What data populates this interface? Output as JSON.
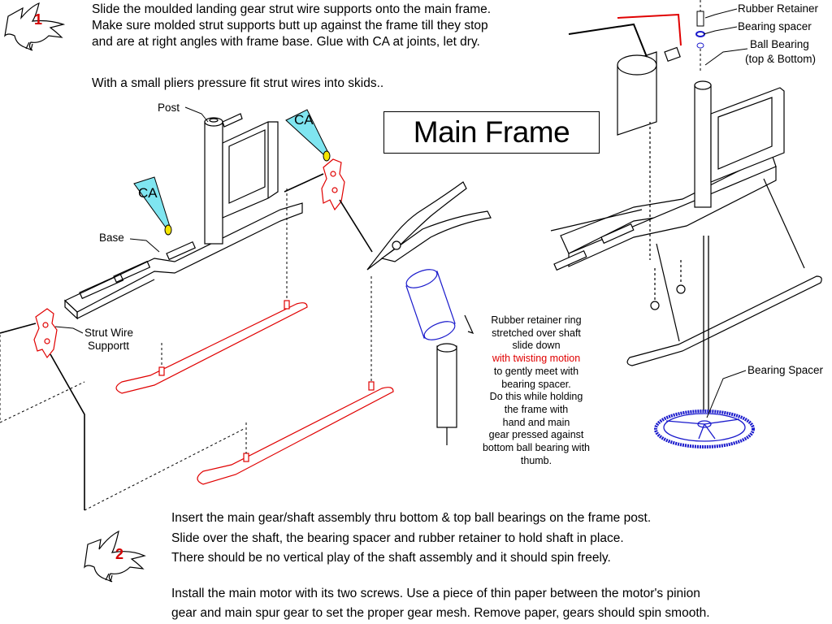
{
  "title": "Main Frame",
  "step1": {
    "number": "1",
    "lines": [
      "Slide the moulded landing gear strut wire supports onto the main frame.",
      "Make sure molded strut supports butt up against the frame till they stop",
      "and are at right angles with frame base. Glue with CA at joints, let dry."
    ],
    "extra": "With a small pliers pressure fit strut wires into skids.."
  },
  "step2": {
    "number": "2",
    "lines": [
      "Insert  the main gear/shaft assembly thru bottom & top ball bearings on the frame post.",
      "Slide over the shaft, the bearing spacer and rubber retainer to hold shaft in place.",
      "There should be no vertical play of the shaft assembly and it should spin freely."
    ],
    "lines2": [
      "Install the main motor with its two screws.  Use a piece of thin paper between the motor's pinion",
      "gear and main spur gear to set the proper gear mesh. Remove paper, gears should spin smooth."
    ]
  },
  "labels": {
    "post": "Post",
    "base": "Base",
    "ca1": "CA",
    "ca2": "CA",
    "strut_1": "Strut Wire",
    "strut_2": "Supportt",
    "rubber_retainer": "Rubber Retainer",
    "bearing_spacer_top": "Bearing spacer",
    "ball_bearing_1": "Ball Bearing",
    "ball_bearing_2": "(top & Bottom)",
    "bearing_spacer_bottom": "Bearing Spacer"
  },
  "note": {
    "lines": [
      "Rubber retainer ring",
      "stretched over shaft",
      "slide down",
      "with twisting motion",
      "to gently meet with",
      "bearing spacer.",
      "Do this while holding",
      "the frame with",
      "hand and main",
      "gear pressed against",
      "bottom ball bearing with",
      "thumb."
    ]
  },
  "colors": {
    "red": "#e00000",
    "cyan": "#7fe5f0",
    "yellow": "#f5e600",
    "blue": "#1a1acc"
  }
}
